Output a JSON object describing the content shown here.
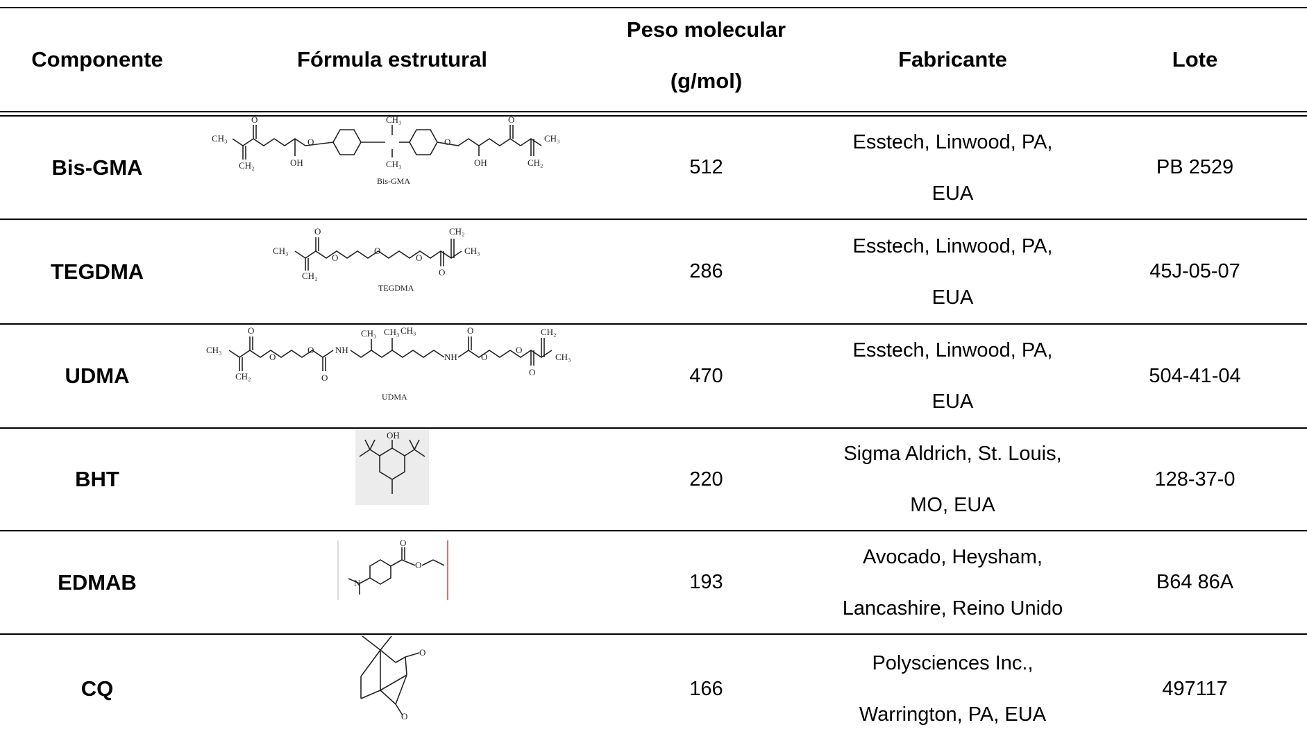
{
  "header": {
    "componente": "Componente",
    "formula": "Fórmula estrutural",
    "peso_line1": "Peso molecular",
    "peso_line2": "(g/mol)",
    "fabricante": "Fabricante",
    "lote": "Lote"
  },
  "rows": [
    {
      "componente": "Bis-GMA",
      "caption": "Bis-GMA",
      "peso": "512",
      "fab1": "Esstech, Linwood, PA,",
      "fab2": "EUA",
      "lote": "PB 2529"
    },
    {
      "componente": "TEGDMA",
      "caption": "TEGDMA",
      "peso": "286",
      "fab1": "Esstech, Linwood, PA,",
      "fab2": "EUA",
      "lote": "45J-05-07"
    },
    {
      "componente": "UDMA",
      "caption": "UDMA",
      "peso": "470",
      "fab1": "Esstech, Linwood, PA,",
      "fab2": "EUA",
      "lote": "504-41-04"
    },
    {
      "componente": "BHT",
      "caption": "",
      "peso": "220",
      "fab1": "Sigma Aldrich, St. Louis,",
      "fab2": "MO, EUA",
      "lote": "128-37-0"
    },
    {
      "componente": "EDMAB",
      "caption": "",
      "peso": "193",
      "fab1": "Avocado, Heysham,",
      "fab2": "Lancashire, Reino Unido",
      "lote": "B64 86A"
    },
    {
      "componente": "CQ",
      "caption": "",
      "peso": "166",
      "fab1": "Polysciences Inc.,",
      "fab2": "Warrington, PA, EUA",
      "lote": "497117"
    }
  ],
  "atoms": {
    "ch3": "CH₃",
    "ch2": "CH₂",
    "o": "O",
    "oh": "OH",
    "nh": "NH"
  }
}
